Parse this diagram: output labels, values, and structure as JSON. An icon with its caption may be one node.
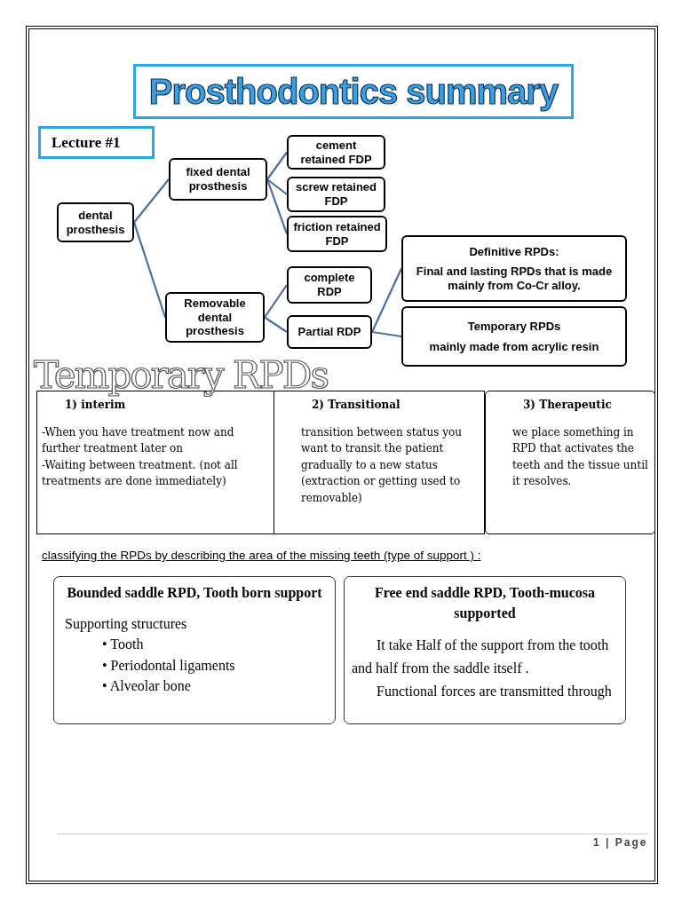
{
  "diagram": {
    "title": "Prosthodontics summary",
    "nodes": [
      {
        "text": [
          "Lecture #1"
        ]
      },
      {
        "text": [
          "dental prosthesis"
        ]
      },
      {
        "text": [
          "fixed dental prosthesis"
        ]
      },
      {
        "text": [
          "cement retained FDP"
        ]
      },
      {
        "text": [
          "screw retained FDP"
        ]
      },
      {
        "text": [
          "friction retained FDP"
        ]
      },
      {
        "text": [
          "Removable dental prosthesis"
        ]
      },
      {
        "text": [
          "complete RDP"
        ]
      },
      {
        "text": [
          "Partial RDP"
        ]
      },
      {
        "text": [
          "Definitive RPDs:",
          "Final and lasting RPDs that is made mainly from Co-Cr alloy."
        ]
      },
      {
        "text": [
          "Temporary RPDs",
          "mainly made from acrylic resin"
        ]
      },
      {
        "text": [
          "1) interim",
          "-When you have treatment now and further treatment later on",
          "-Waiting between treatment. (not all treatments are done immediately)"
        ]
      },
      {
        "text": [
          "2) Transitional",
          "transition between status you want to transit the patient gradually to a new status (extraction or getting used to removable)"
        ]
      },
      {
        "text": [
          "3) Therapeutic",
          "we place something in RPD that activates the teeth and the tissue until it resolves."
        ]
      },
      {
        "text": [
          "Bounded saddle RPD, Tooth born support",
          "Supporting structures",
          "• Tooth",
          "• Periodontal ligaments",
          "• Alveolar bone"
        ]
      },
      {
        "text": [
          "Free end saddle RPD, Tooth-mucosa supported",
          "It take Half of the support from the tooth and half from the saddle itself .",
          "Functional forces are transmitted through"
        ]
      }
    ],
    "edges": [
      {
        "from": 1,
        "to": 2,
        "arrow": "none"
      },
      {
        "from": 1,
        "to": 6,
        "arrow": "none"
      },
      {
        "from": 2,
        "to": 3,
        "arrow": "none"
      },
      {
        "from": 2,
        "to": 4,
        "arrow": "none"
      },
      {
        "from": 2,
        "to": 5,
        "arrow": "none"
      },
      {
        "from": 6,
        "to": 7,
        "arrow": "none"
      },
      {
        "from": 6,
        "to": 8,
        "arrow": "none"
      },
      {
        "from": 8,
        "to": 9,
        "arrow": "none"
      },
      {
        "from": 8,
        "to": 10,
        "arrow": "none"
      }
    ],
    "labels": [
      "Temporary RPDs",
      "classifying the RPDs by describing the area of the missing teeth (type of support ) :",
      "1 | Page"
    ]
  }
}
